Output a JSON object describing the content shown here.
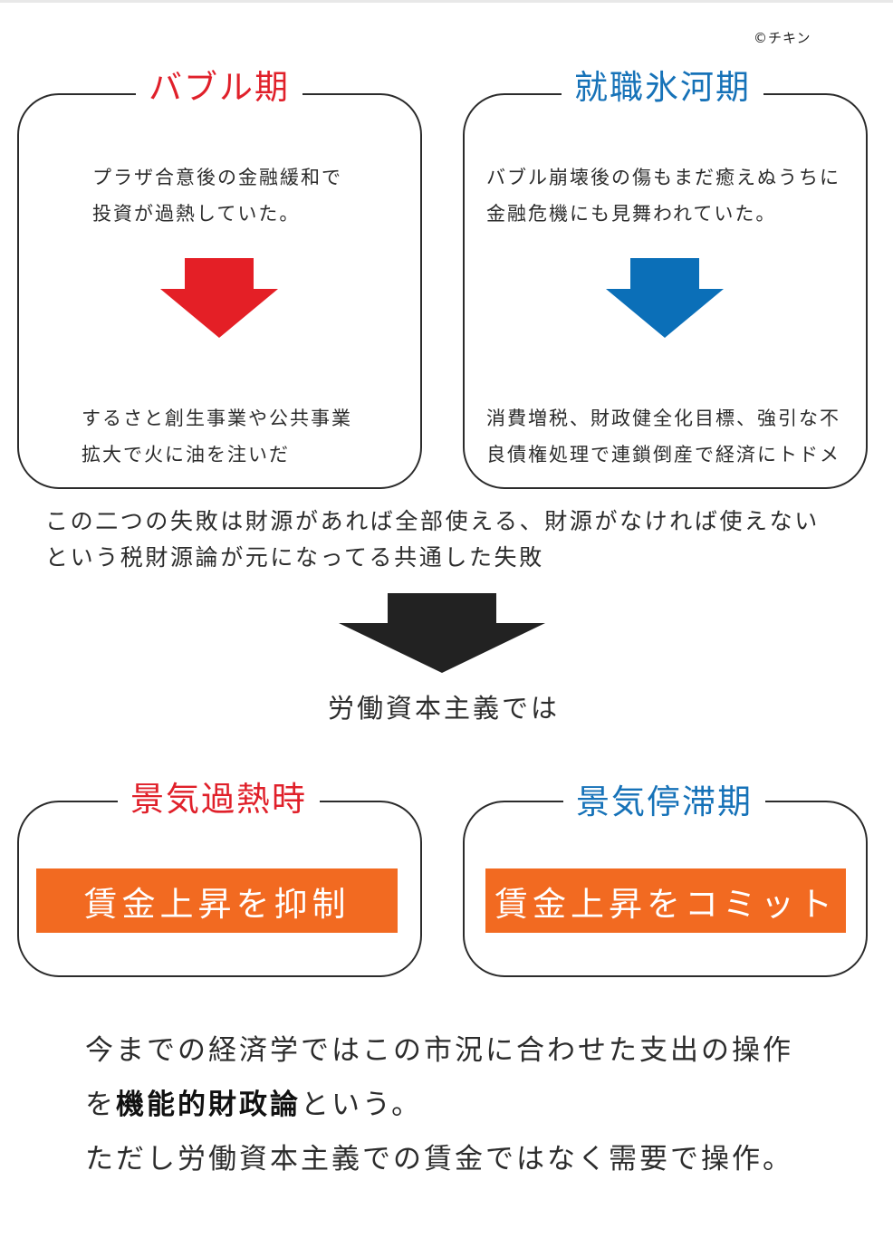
{
  "copyright": "©チキン",
  "top_left": {
    "title": "バブル期",
    "lines": [
      "プラザ合意後の金融緩和で",
      "投資が過熱していた。"
    ],
    "result_lines": [
      "するさと創生事業や公共事業",
      "拡大で火に油を注いだ"
    ],
    "arrow_color": "#e41f26"
  },
  "top_right": {
    "title": "就職氷河期",
    "lines": [
      "バブル崩壊後の傷もまだ癒えぬうちに",
      "金融危機にも見舞われていた。"
    ],
    "result_lines": [
      "消費増税、財政健全化目標、強引な不",
      "良債権処理で連鎖倒産で経済にトドメ"
    ],
    "arrow_color": "#0b6fb8"
  },
  "summary_lines": [
    "この二つの失敗は財源があれば全部使える、財源がなければ使えない",
    "という税財源論が元になってる共通した失敗"
  ],
  "center_arrow_color": "#222222",
  "labour_capitalism_label": "労働資本主義では",
  "bottom_left": {
    "title": "景気過熱時",
    "action": "賃金上昇を抑制"
  },
  "bottom_right": {
    "title": "景気停滞期",
    "action": "賃金上昇をコミット"
  },
  "conclusion": {
    "line1": "今までの経済学ではこの市況に合わせた支出の操作",
    "line2_prefix": "を",
    "line2_bold": "機能的財政論",
    "line2_suffix": "という。",
    "line3": "ただし労働資本主義での賃金ではなく需要で操作。"
  },
  "colors": {
    "red": "#e0202a",
    "blue": "#1672b8",
    "orange": "#f26a21"
  }
}
